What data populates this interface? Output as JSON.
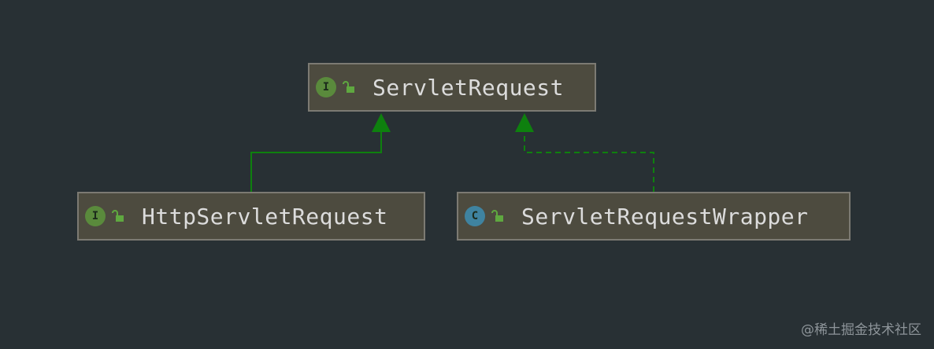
{
  "colors": {
    "background": "#283034",
    "node_fill": "#4d4b3f",
    "node_border": "#7c7a73",
    "label_text": "#dcdcdc",
    "arrow": "#0e800e",
    "interface_badge": "#5a8a3c",
    "class_badge": "#3f83a0",
    "lock_icon": "#5fa840"
  },
  "nodes": [
    {
      "id": "servlet-request",
      "kind": "interface",
      "badge": "I",
      "visibility_icon": "open-lock-icon",
      "label": "ServletRequest"
    },
    {
      "id": "http-servlet-request",
      "kind": "interface",
      "badge": "I",
      "visibility_icon": "open-lock-icon",
      "label": "HttpServletRequest"
    },
    {
      "id": "servlet-request-wrapper",
      "kind": "class",
      "badge": "C",
      "visibility_icon": "open-lock-icon",
      "label": "ServletRequestWrapper"
    }
  ],
  "edges": [
    {
      "from": "http-servlet-request",
      "to": "servlet-request",
      "style": "solid",
      "relation": "extends"
    },
    {
      "from": "servlet-request-wrapper",
      "to": "servlet-request",
      "style": "dashed",
      "relation": "implements"
    }
  ],
  "watermark": "@稀土掘金技术社区"
}
